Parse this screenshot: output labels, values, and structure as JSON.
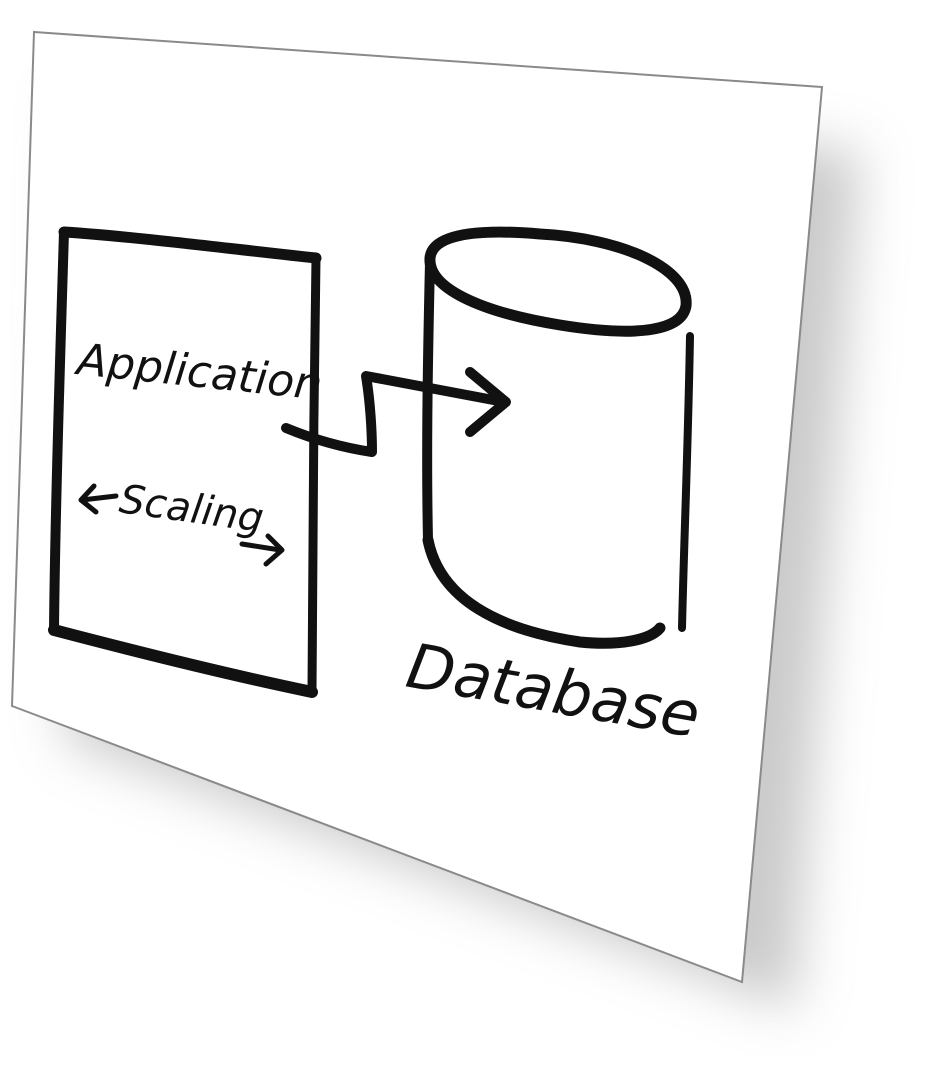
{
  "diagram": {
    "application": {
      "label": "Application",
      "scaling_label": "Scaling"
    },
    "database": {
      "label": "Database"
    },
    "connector": {
      "from": "application",
      "to": "database"
    }
  },
  "colors": {
    "ink": "#111111",
    "card": "#ffffff",
    "card_border": "#8a8a8a",
    "shadow": "#b9b9b9"
  }
}
